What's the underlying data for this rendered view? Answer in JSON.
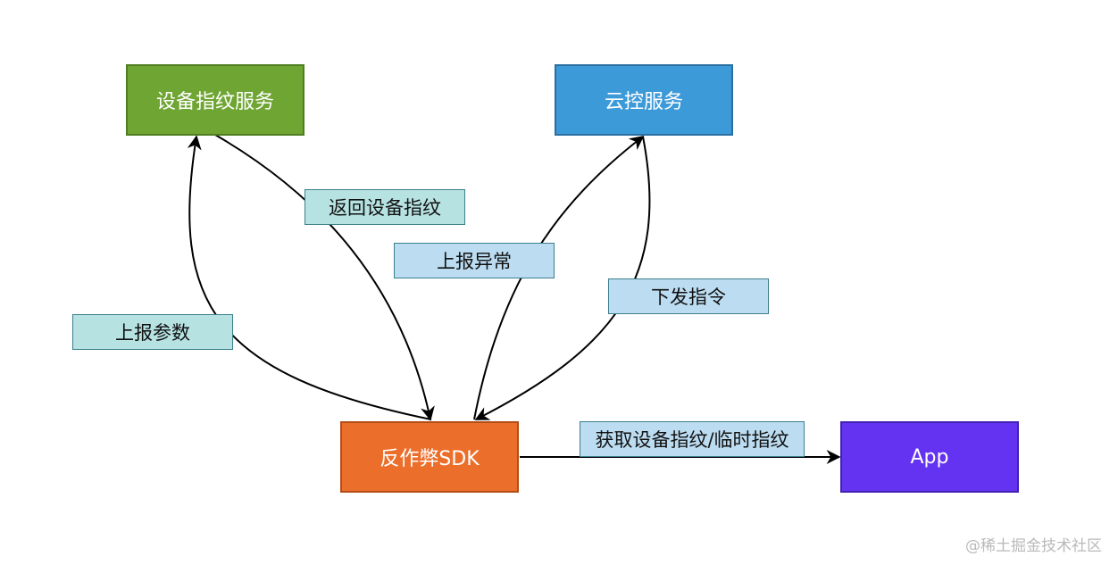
{
  "nodes": {
    "fingerprint_service": {
      "label": "设备指纹服务",
      "color": "#6fa533",
      "border": "#4f7d22"
    },
    "cloud_control": {
      "label": "云控服务",
      "color": "#3d9ad9",
      "border": "#2b6ea0"
    },
    "anti_fraud_sdk": {
      "label": "反作弊SDK",
      "color": "#ec6e2b",
      "border": "#b24d17"
    },
    "app": {
      "label": "App",
      "color": "#6433f1",
      "border": "#4221b3"
    }
  },
  "edge_labels": {
    "return_fingerprint": {
      "label": "返回设备指纹",
      "color": "#b7e2e2"
    },
    "report_params": {
      "label": "上报参数",
      "color": "#b7e2e2"
    },
    "report_anomaly": {
      "label": "上报异常",
      "color": "#bcdcf1"
    },
    "issue_command": {
      "label": "下发指令",
      "color": "#bcdcf1"
    },
    "get_fingerprint": {
      "label": "获取设备指纹/临时指纹",
      "color": "#bcdcf1"
    }
  },
  "watermark": "@稀土掘金技术社区"
}
